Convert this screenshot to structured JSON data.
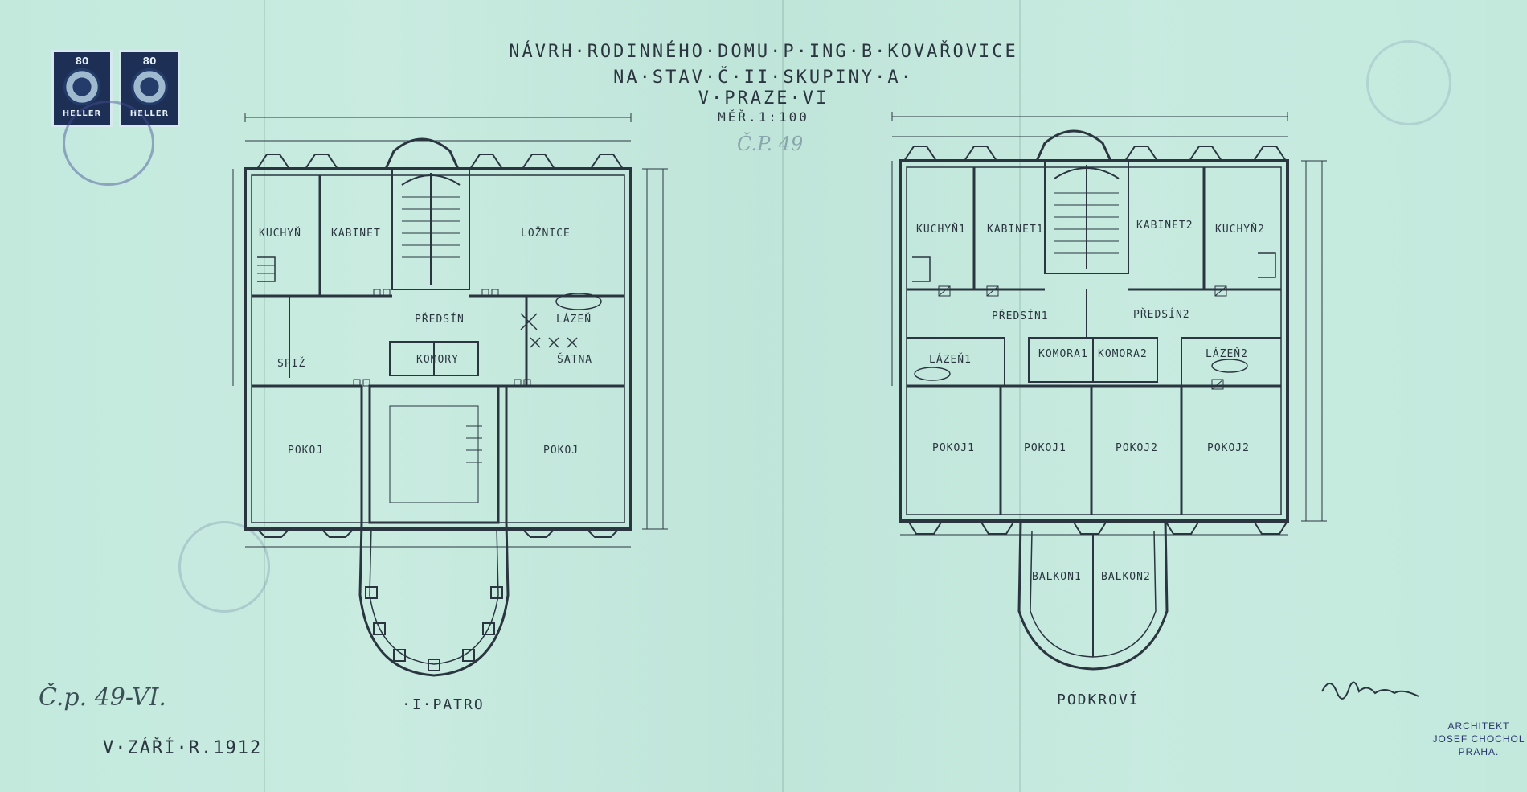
{
  "title": {
    "line1": "NÁVRH·RODINNÉHO·DOMU·P·ING·B·KOVAŘOVICE",
    "line2": "NA·STAV·Č·II·SKUPINY·A·",
    "line3": "V·PRAZE·VI",
    "scale": "MĚŘ.1:100",
    "cp": "Č.P. 49"
  },
  "stamps": [
    {
      "value": "80",
      "currency": "HELLER"
    },
    {
      "value": "80",
      "currency": "HELLER"
    }
  ],
  "first_floor": {
    "label": "·I·PATRO",
    "rooms": {
      "kuchyn": "KUCHYŇ",
      "kabinet": "KABINET",
      "loznice": "LOŽNICE",
      "predsin": "PŘEDSÍN",
      "lazen": "LÁZEŇ",
      "komory": "KOMORY",
      "satna": "ŠATNA",
      "spiz": "SPIŽ",
      "pokoj_left": "POKOJ",
      "pokoj_right": "POKOJ"
    }
  },
  "attic": {
    "label": "PODKROVÍ",
    "rooms": {
      "kuchyn1": "KUCHYŇ1",
      "kabinet1": "KABINET1",
      "kabinet2": "KABINET2",
      "kuchyn2": "KUCHYŇ2",
      "predsin1": "PŘEDSÍN1",
      "predsin2": "PŘEDSÍN2",
      "komora1": "KOMORA1",
      "komora2": "KOMORA2",
      "lazen1": "LÁZEŇ1",
      "lazen2": "LÁZEŇ2",
      "pokoj1a": "POKOJ1",
      "pokoj1b": "POKOJ1",
      "pokoj2a": "POKOJ2",
      "pokoj2b": "POKOJ2",
      "balkon1": "BALKON1",
      "balkon2": "BALKON2"
    }
  },
  "date": "V·ZÁŘÍ·R.1912",
  "handwritten_ref": "Č.p. 49-VI.",
  "architect": {
    "line1": "ARCHITEKT",
    "line2": "JOSEF CHOCHOL",
    "line3": "PRAHA."
  },
  "colors": {
    "paper": "#c3e9dd",
    "ink": "#2a3540",
    "stamp_blue": "#28376e"
  }
}
